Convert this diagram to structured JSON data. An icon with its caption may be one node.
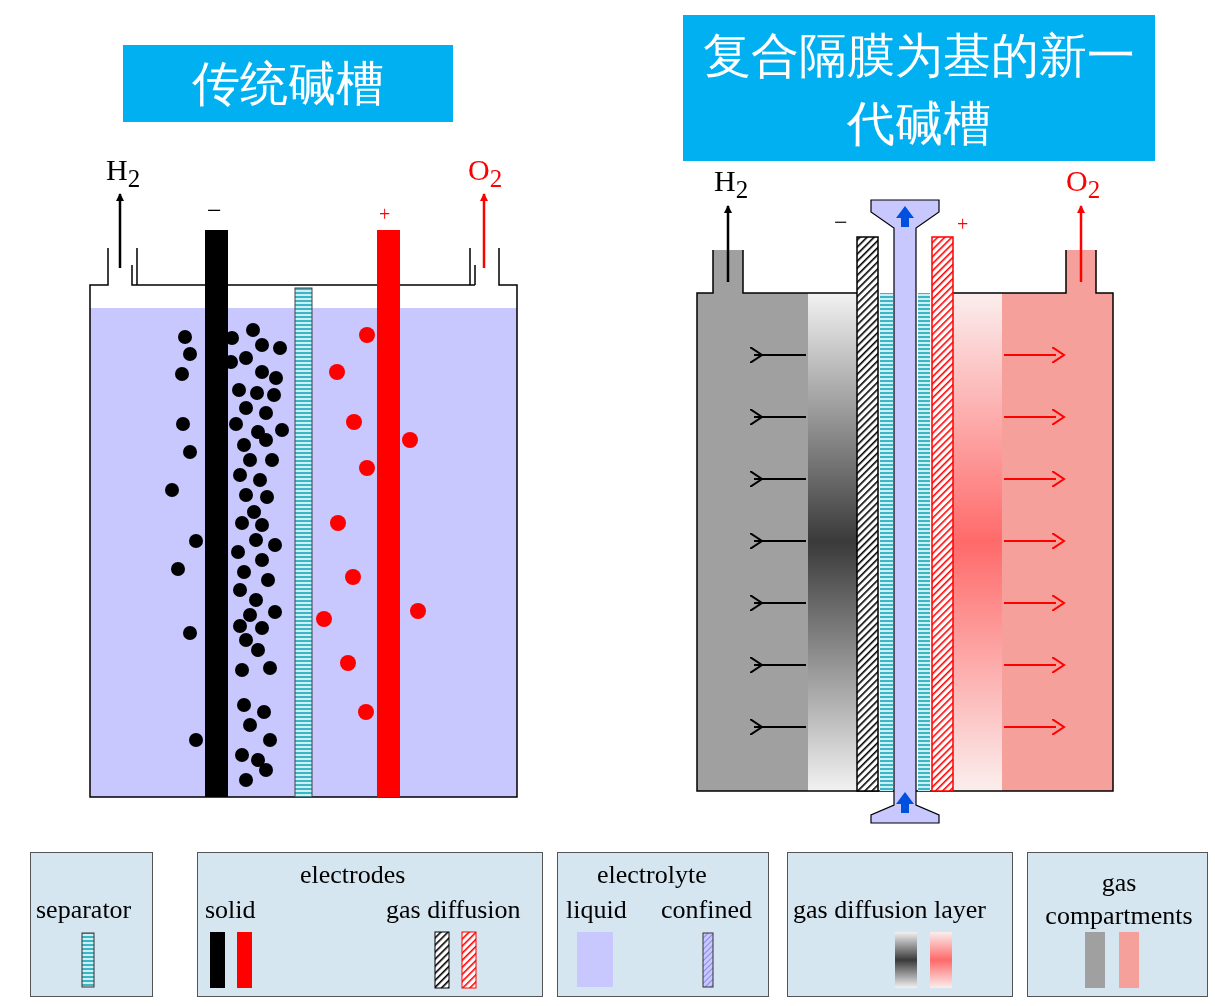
{
  "diagram": {
    "labels": [
      "传统碱槽",
      "复合隔膜为基的新一代碱槽",
      "H$_{2}$",
      "−",
      "+",
      "O$_{2}$",
      "H$_{2}$",
      "−",
      "+",
      "O$_{2}$",
      "electrodes",
      "electrolyte"
    ],
    "legend": [
      {
        "text": "separator"
      },
      {
        "text": "solid"
      },
      {
        "text": "gas diffusion"
      },
      {
        "text": "liquid",
        "color": "#c8c8ff"
      },
      {
        "text": "confined"
      },
      {
        "text": "gas diffusion layer"
      },
      {
        "text": "gas compartments"
      }
    ]
  }
}
